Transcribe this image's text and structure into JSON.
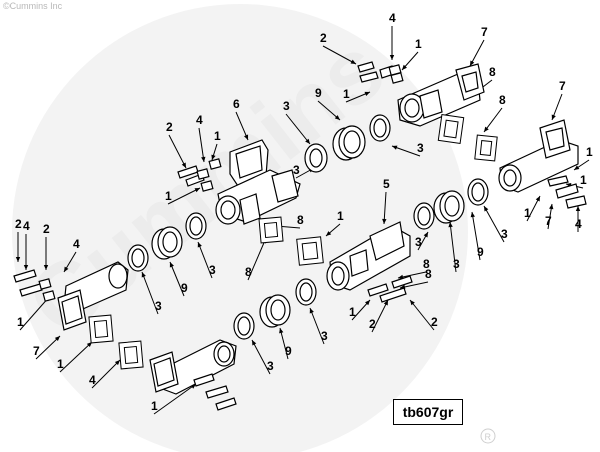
{
  "copyright": "©Cummins Inc",
  "watermark": "Cummins",
  "reference_code": "tb607gr",
  "callouts": [
    {
      "id": "c01",
      "text": "4"
    },
    {
      "id": "c02",
      "text": "2"
    },
    {
      "id": "c03",
      "text": "1"
    },
    {
      "id": "c04",
      "text": "7"
    },
    {
      "id": "c05",
      "text": "1"
    },
    {
      "id": "c06",
      "text": "8"
    },
    {
      "id": "c07",
      "text": "9"
    },
    {
      "id": "c08",
      "text": "3"
    },
    {
      "id": "c09",
      "text": "6"
    },
    {
      "id": "c10",
      "text": "2"
    },
    {
      "id": "c11",
      "text": "4"
    },
    {
      "id": "c12",
      "text": "1"
    },
    {
      "id": "c13",
      "text": "3"
    },
    {
      "id": "c14",
      "text": "8"
    },
    {
      "id": "c15",
      "text": "7"
    },
    {
      "id": "c16",
      "text": "3"
    },
    {
      "id": "c17",
      "text": "1"
    },
    {
      "id": "c18",
      "text": "5"
    },
    {
      "id": "c19",
      "text": "1"
    },
    {
      "id": "c20",
      "text": "1"
    },
    {
      "id": "c21",
      "text": "4"
    },
    {
      "id": "c22",
      "text": "2"
    },
    {
      "id": "c23",
      "text": "3"
    },
    {
      "id": "c24",
      "text": "2"
    },
    {
      "id": "c25",
      "text": "4"
    },
    {
      "id": "c26",
      "text": "1"
    },
    {
      "id": "c27",
      "text": "8"
    },
    {
      "id": "c28",
      "text": "8"
    },
    {
      "id": "c29",
      "text": "3"
    },
    {
      "id": "c30",
      "text": "9"
    },
    {
      "id": "c31",
      "text": "3"
    },
    {
      "id": "c32",
      "text": "9"
    },
    {
      "id": "c33",
      "text": "1"
    },
    {
      "id": "c34",
      "text": "3"
    },
    {
      "id": "c35",
      "text": "1"
    },
    {
      "id": "c36",
      "text": "7"
    },
    {
      "id": "c37",
      "text": "8"
    },
    {
      "id": "c38",
      "text": "3"
    },
    {
      "id": "c39",
      "text": "9"
    },
    {
      "id": "c40",
      "text": "3"
    },
    {
      "id": "c41",
      "text": "1"
    },
    {
      "id": "c42",
      "text": "4"
    },
    {
      "id": "c43",
      "text": "2"
    },
    {
      "id": "c44",
      "text": "8"
    },
    {
      "id": "c45",
      "text": "7"
    },
    {
      "id": "c46",
      "text": "1"
    },
    {
      "id": "c47",
      "text": "4"
    },
    {
      "id": "c48",
      "text": "2"
    },
    {
      "id": "c49",
      "text": "1"
    },
    {
      "id": "c50",
      "text": "3"
    }
  ]
}
